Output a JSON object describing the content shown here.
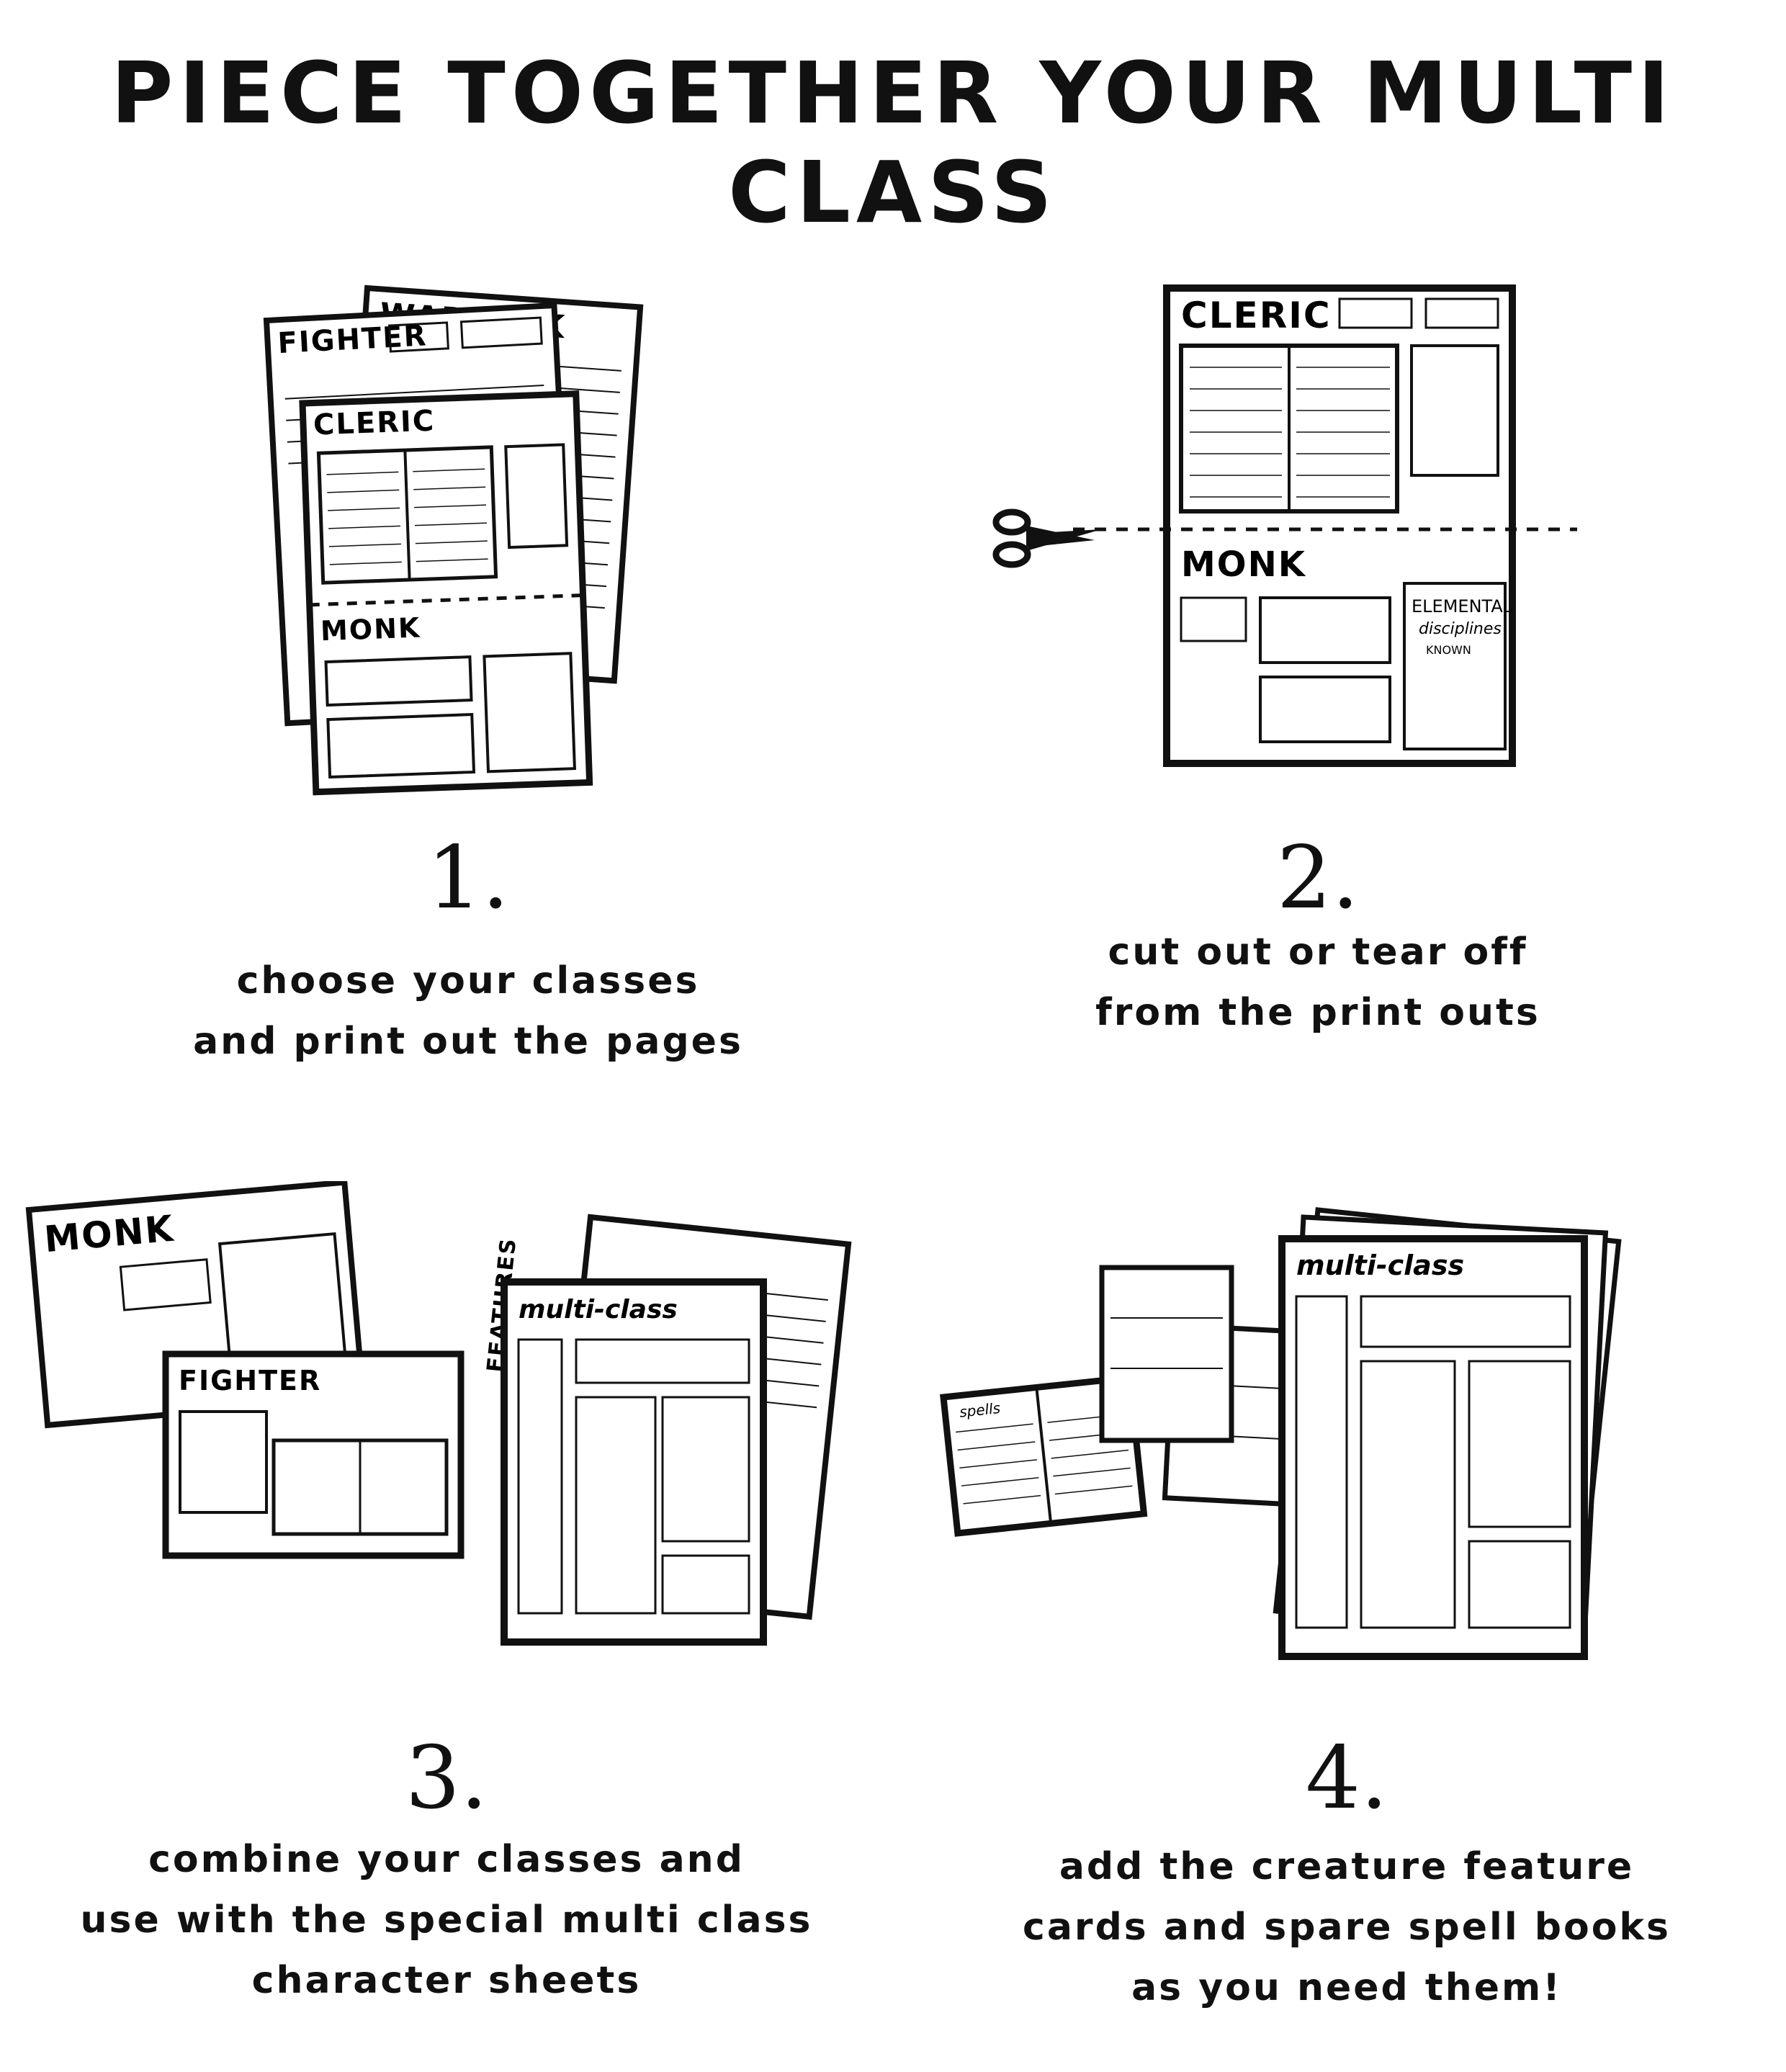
{
  "title": "PIECE TOGETHER YOUR MULTI CLASS",
  "steps": [
    {
      "number": "1.",
      "caption": [
        "choose your classes",
        "and print out the pages"
      ],
      "sheets": {
        "warlock": "WARLOCK",
        "fighter": "FIGHTER",
        "cleric": "CLERIC",
        "monk": "MONK"
      }
    },
    {
      "number": "2.",
      "caption": [
        "cut out or tear off",
        "from the print outs"
      ],
      "sheets": {
        "cleric": "CLERIC",
        "monk": "MONK",
        "elemental": "ELEMENTAL",
        "disciplines": "disciplines",
        "known": "KNOWN"
      }
    },
    {
      "number": "3.",
      "caption": [
        "combine your classes and",
        "use with the special multi class",
        "character sheets"
      ],
      "sheets": {
        "monk": "MONK",
        "fighter": "FIGHTER",
        "multiclass": "multi-class",
        "features": "FEATURES"
      }
    },
    {
      "number": "4.",
      "caption": [
        "add the creature feature",
        "cards and spare spell books",
        "as you need them!"
      ],
      "sheets": {
        "multiclass": "multi-class",
        "spells": "spells"
      }
    }
  ],
  "icons": {
    "scissors": "scissors-icon"
  }
}
